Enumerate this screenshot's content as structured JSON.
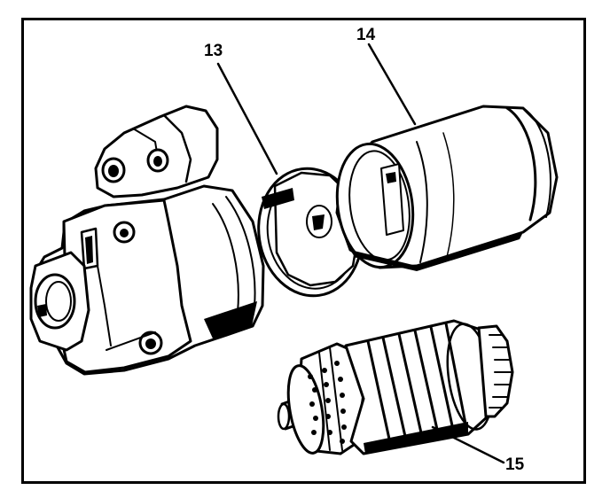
{
  "callouts": [
    {
      "id": "13",
      "label": "13"
    },
    {
      "id": "14",
      "label": "14"
    },
    {
      "id": "15",
      "label": "15"
    }
  ],
  "colors": {
    "ink": "#000000",
    "paper": "#ffffff"
  }
}
